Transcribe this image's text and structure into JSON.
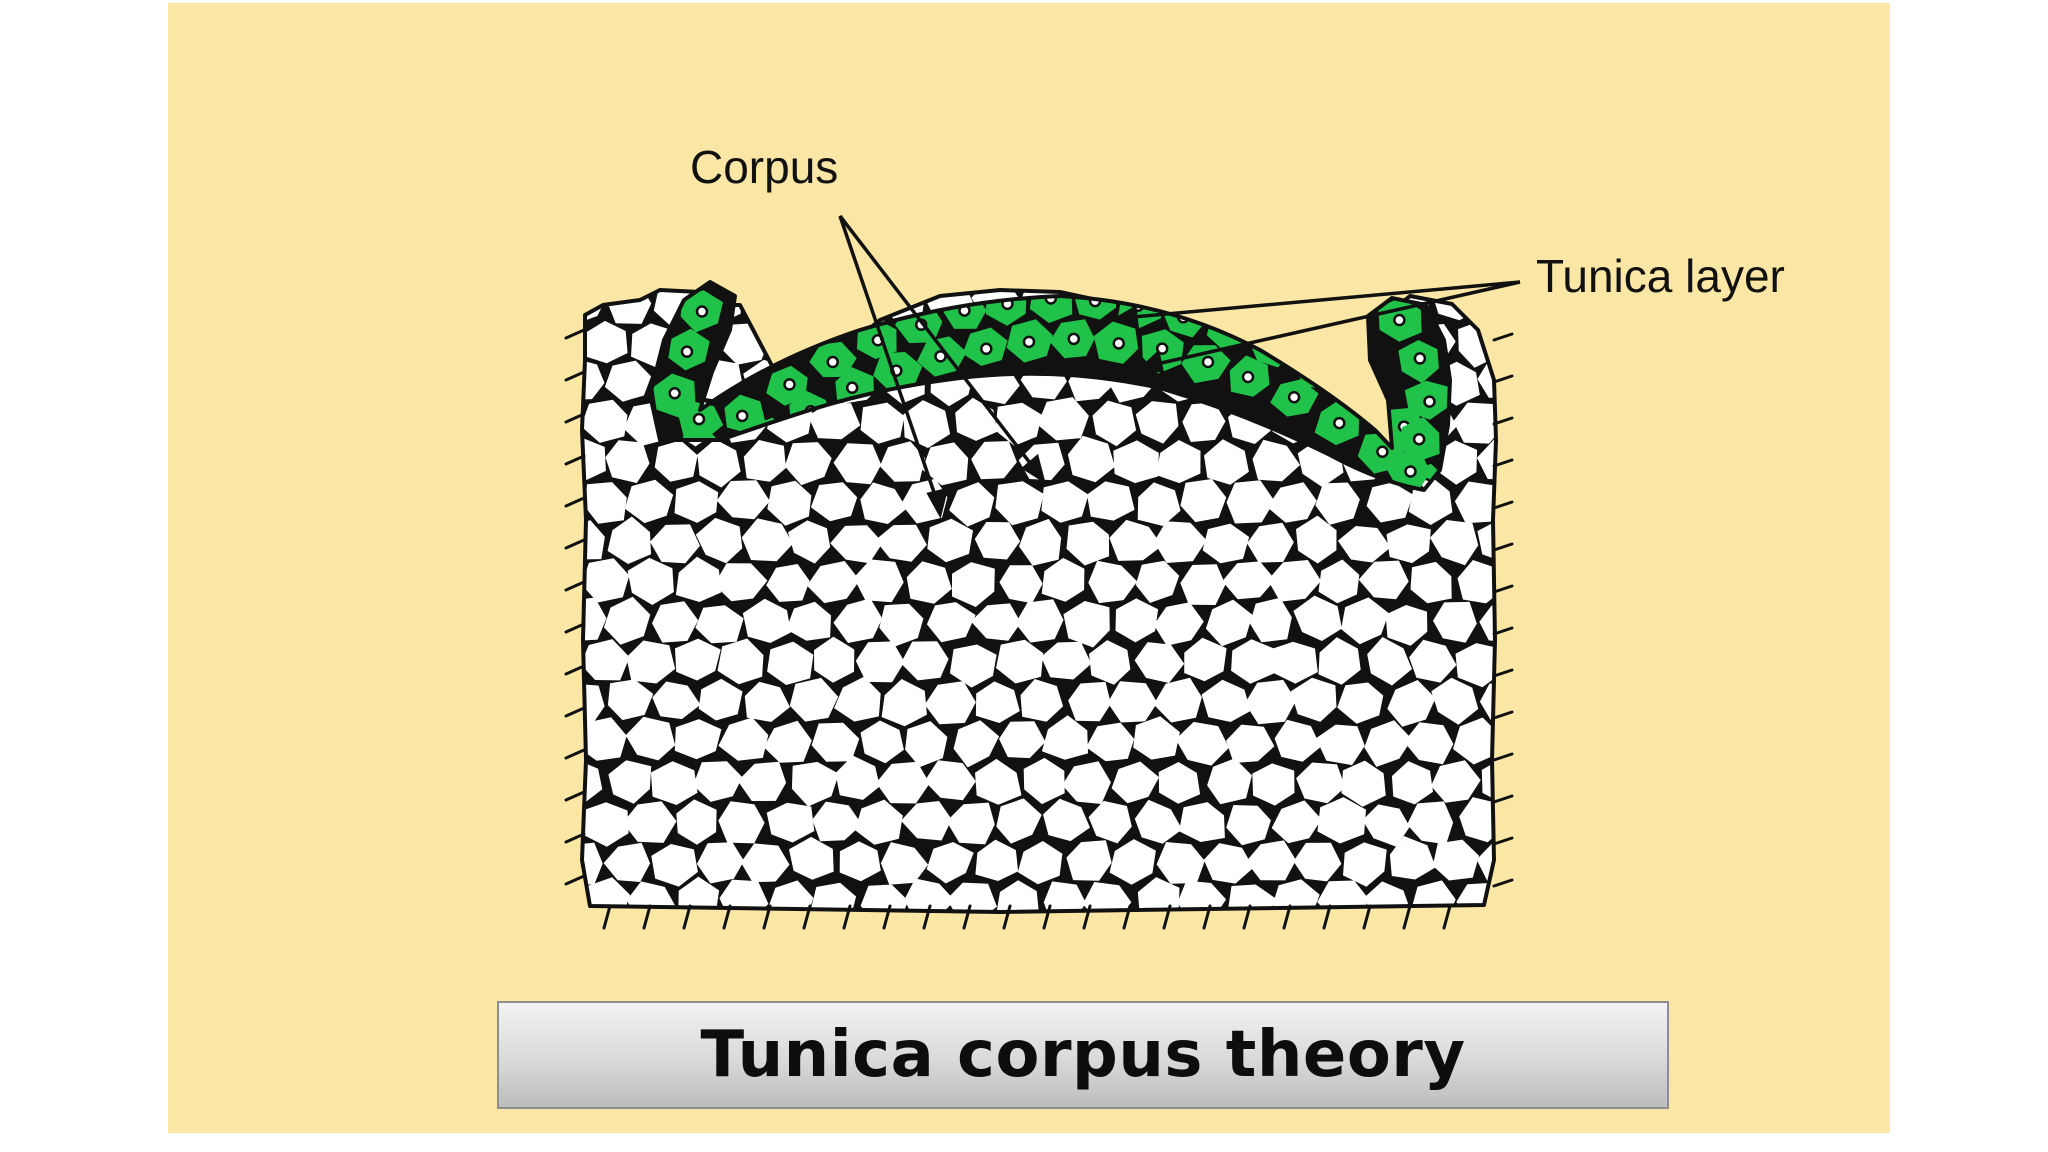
{
  "slide": {
    "background_color": "#fbe7a5",
    "page_background_color": "#ffffff"
  },
  "diagram": {
    "labels": {
      "corpus": "Corpus",
      "tunica_layer": "Tunica layer"
    },
    "colors": {
      "tunica_fill": "#21c24a",
      "corpus_fill": "#ffffff",
      "cell_wall": "#111111"
    }
  },
  "title": {
    "text": "Tunica corpus theory"
  }
}
